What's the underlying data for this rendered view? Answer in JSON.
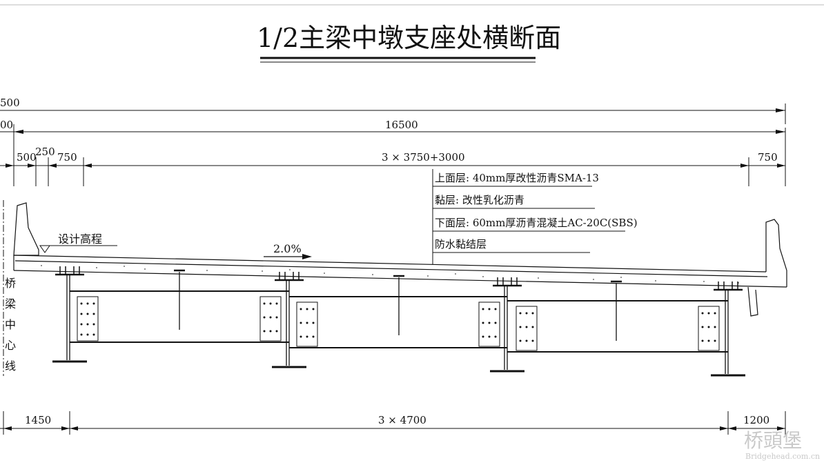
{
  "title": "1/2主梁中墩支座处横断面",
  "dims": {
    "top_partial_1": "500",
    "top_partial_2": "00",
    "total_width": "16500",
    "d500": "500",
    "d250": "250",
    "d750_left": "750",
    "lanes": "3 × 3750+3000",
    "d750_right": "750",
    "bottom_left": "1450",
    "bottom_mid": "3 × 4700",
    "bottom_right": "1200"
  },
  "layers": [
    "上面层: 40mm厚改性沥青SMA-13",
    "黏层: 改性乳化沥青",
    "下面层: 60mm厚沥青混凝土AC-20C(SBS)",
    "防水黏结层"
  ],
  "labels": {
    "design_elevation": "设计高程",
    "slope": "2.0%",
    "centerline_chars": [
      "桥",
      "梁",
      "中",
      "心",
      "线"
    ]
  },
  "watermark": {
    "logo": "桥頭堡",
    "url": "Bridgehead.com.cn"
  },
  "colors": {
    "line": "#111111",
    "watermark": "#c9c9c9"
  }
}
